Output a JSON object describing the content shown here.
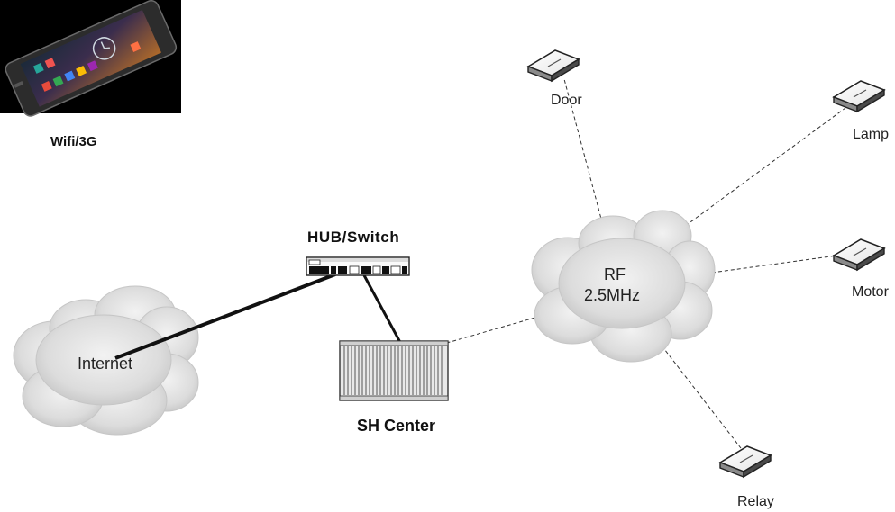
{
  "phone": {
    "caption": "Wifi/3G"
  },
  "internet": {
    "label": "Internet"
  },
  "hub": {
    "label": "HUB/Switch"
  },
  "center": {
    "label": "SH Center"
  },
  "rf": {
    "label_line1": "RF",
    "label_line2": "2.5MHz"
  },
  "devices": {
    "door": "Door",
    "lamp": "Lamp",
    "motor": "Motor",
    "relay": "Relay"
  }
}
